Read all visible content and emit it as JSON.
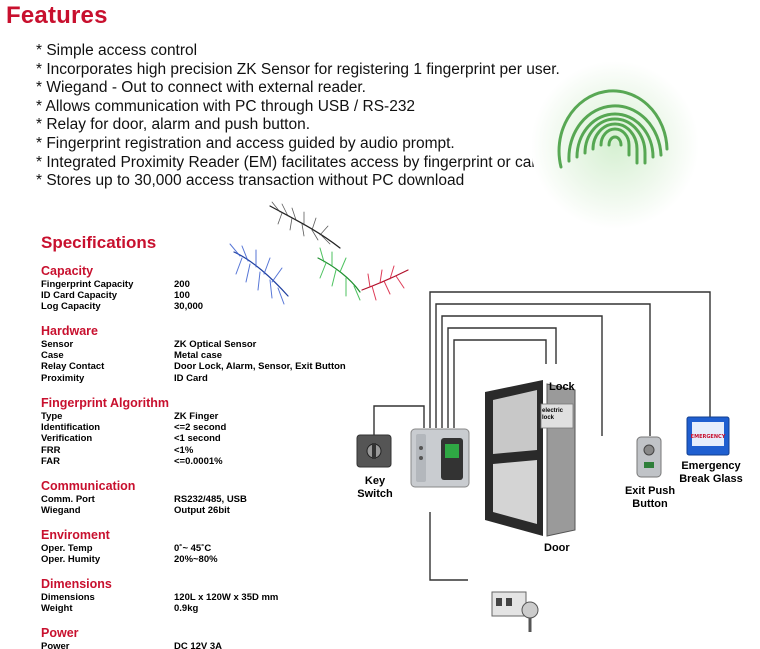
{
  "features": {
    "title": "Features",
    "items": [
      "* Simple access control",
      "* Incorporates high precision ZK Sensor for registering 1 fingerprint per user.",
      "* Wiegand - Out to connect with external reader.",
      "* Allows communication with PC through USB / RS-232",
      "* Relay for door, alarm and push button.",
      "* Fingerprint registration and access guided by audio prompt.",
      "* Integrated Proximity Reader (EM) facilitates access by fingerprint or card.",
      "* Stores up to 30,000 access transaction without PC download"
    ]
  },
  "specifications": {
    "title": "Specifications",
    "sections": [
      {
        "title": "Capacity",
        "rows": [
          {
            "k": "Fingerprint Capacity",
            "v": "200"
          },
          {
            "k": "ID Card Capacity",
            "v": "100"
          },
          {
            "k": "Log Capacity",
            "v": "30,000"
          }
        ]
      },
      {
        "title": "Hardware",
        "rows": [
          {
            "k": "Sensor",
            "v": "ZK Optical Sensor"
          },
          {
            "k": "Case",
            "v": "Metal case"
          },
          {
            "k": "Relay Contact",
            "v": "Door Lock, Alarm, Sensor, Exit Button"
          },
          {
            "k": "Proximity",
            "v": "ID Card"
          }
        ]
      },
      {
        "title": "Fingerprint Algorithm",
        "rows": [
          {
            "k": "Type",
            "v": "ZK Finger"
          },
          {
            "k": "Identification",
            "v": "<=2 second"
          },
          {
            "k": "Verification",
            "v": "<1 second"
          },
          {
            "k": "FRR",
            "v": "<1%"
          },
          {
            "k": "FAR",
            "v": "<=0.0001%"
          }
        ]
      },
      {
        "title": "Communication",
        "rows": [
          {
            "k": "Comm. Port",
            "v": "RS232/485, USB"
          },
          {
            "k": "Wiegand",
            "v": "Output 26bit"
          }
        ]
      },
      {
        "title": "Enviroment",
        "rows": [
          {
            "k": "Oper. Temp",
            "v": "0˚~ 45˚C"
          },
          {
            "k": "Oper. Humity",
            "v": "20%~80%"
          }
        ]
      },
      {
        "title": "Dimensions",
        "rows": [
          {
            "k": "Dimensions",
            "v": "120L x 120W x 35D mm"
          },
          {
            "k": "Weight",
            "v": "0.9kg"
          }
        ]
      },
      {
        "title": "Power",
        "rows": [
          {
            "k": "Power",
            "v": "DC 12V 3A"
          }
        ]
      }
    ]
  },
  "diagram": {
    "lock": "Lock",
    "electric_lock": "electric lock",
    "door": "Door",
    "key_switch": "Key Switch",
    "exit_push_button": "Exit Push Button",
    "emergency_break_glass": "Emergency Break Glass",
    "glass_box_text": "EMERGENCY"
  }
}
